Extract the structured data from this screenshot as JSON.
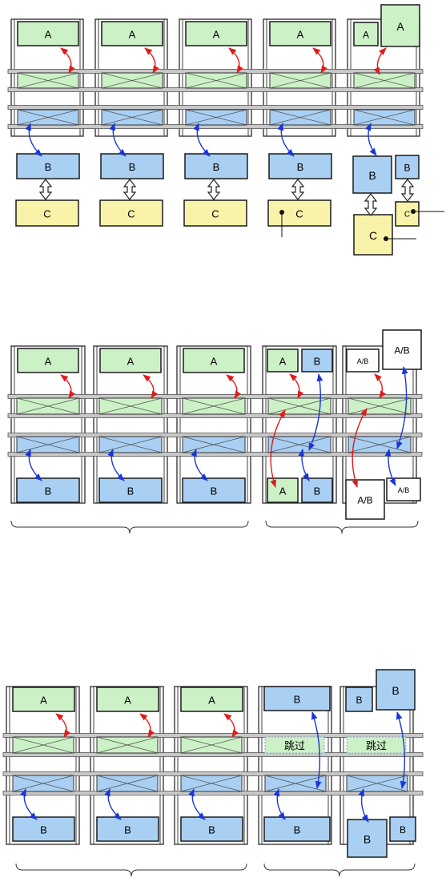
{
  "colors": {
    "green": "#cdf1c7",
    "blue": "#a9cff3",
    "yellow": "#f9f3a9",
    "white": "#ffffff",
    "rail": "#c8c8c8",
    "red_arrow": "#e01b1b",
    "blue_arrow": "#1b36d6",
    "frame": "#2b2b2b"
  },
  "labels": {
    "a": "A",
    "b": "B",
    "c": "C",
    "ab": "A/B",
    "skip": "跳过"
  },
  "icons": {
    "double_arrow": "double-headed-vertical-arrow-icon",
    "brace": "curly-brace-icon",
    "dot": "connection-dot-icon"
  }
}
